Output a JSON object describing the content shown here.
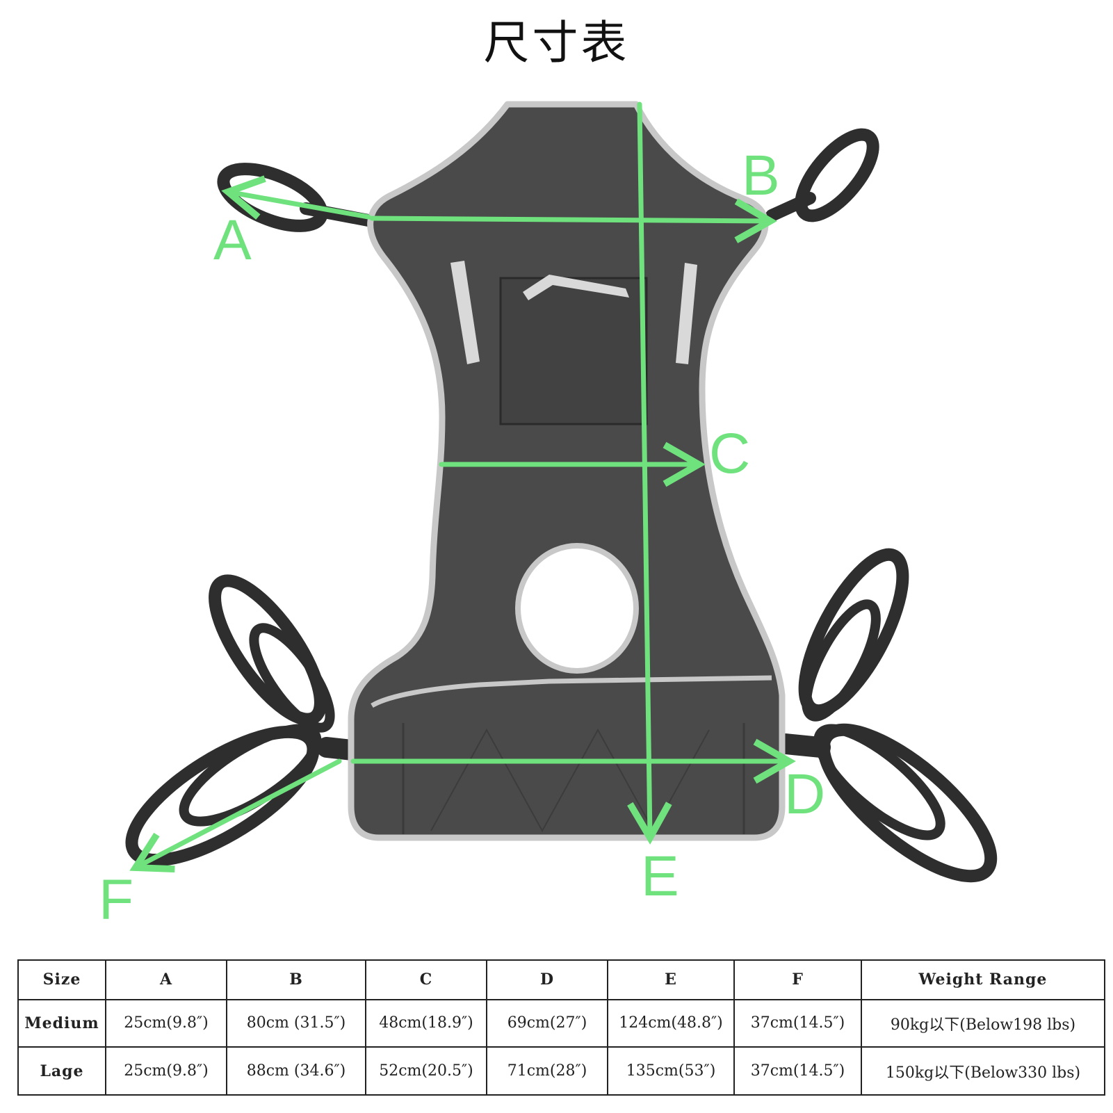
{
  "title": "尺寸表",
  "labels": {
    "A": "A",
    "B": "B",
    "C": "C",
    "D": "D",
    "E": "E",
    "F": "F"
  },
  "colors": {
    "arrow": "#6fe27e",
    "sling": "#4a4a4a",
    "trim": "#c8c8c8",
    "strap": "#2e2e2e"
  },
  "table": {
    "headers": [
      "Size",
      "A",
      "B",
      "C",
      "D",
      "E",
      "F",
      "Weight Range"
    ],
    "rows": [
      [
        "Medium",
        "25cm(9.8″)",
        "80cm (31.5″)",
        "48cm(18.9″)",
        "69cm(27″)",
        "124cm(48.8″)",
        "37cm(14.5″)",
        "90kg以下(Below198 lbs)"
      ],
      [
        "Lage",
        "25cm(9.8″)",
        "88cm (34.6″)",
        "52cm(20.5″)",
        "71cm(28″)",
        "135cm(53″)",
        "37cm(14.5″)",
        "150kg以下(Below330 lbs)"
      ]
    ]
  }
}
